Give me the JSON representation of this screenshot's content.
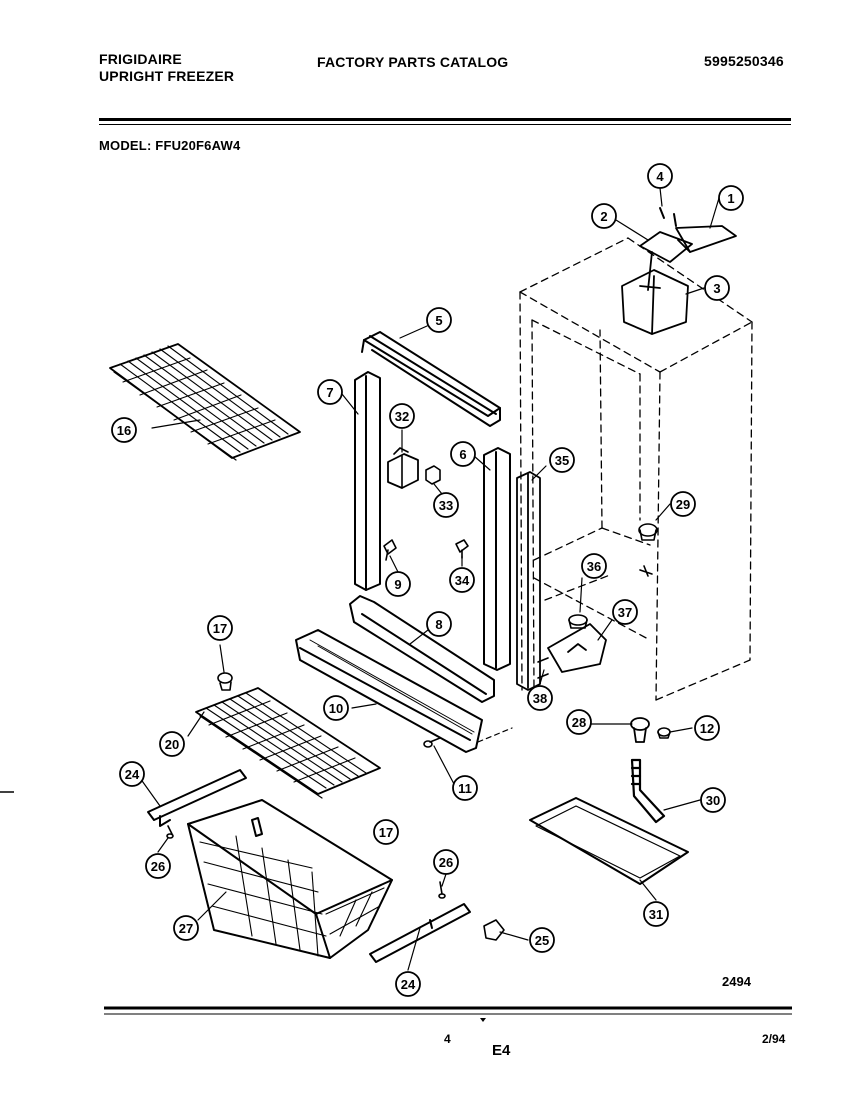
{
  "header": {
    "brand": "FRIGIDAIRE",
    "product": "UPRIGHT FREEZER",
    "catalog_title": "FACTORY PARTS CATALOG",
    "catalog_number": "5995250346",
    "model_label": "MODEL:",
    "model_number": "FFU20F6AW4"
  },
  "callouts": [
    {
      "id": "c1",
      "label": "1"
    },
    {
      "id": "c2",
      "label": "2"
    },
    {
      "id": "c3",
      "label": "3"
    },
    {
      "id": "c4",
      "label": "4"
    },
    {
      "id": "c5",
      "label": "5"
    },
    {
      "id": "c6",
      "label": "6"
    },
    {
      "id": "c7",
      "label": "7"
    },
    {
      "id": "c8",
      "label": "8"
    },
    {
      "id": "c9",
      "label": "9"
    },
    {
      "id": "c10",
      "label": "10"
    },
    {
      "id": "c11",
      "label": "11"
    },
    {
      "id": "c12",
      "label": "12"
    },
    {
      "id": "c16",
      "label": "16"
    },
    {
      "id": "c17a",
      "label": "17"
    },
    {
      "id": "c17b",
      "label": "17"
    },
    {
      "id": "c20",
      "label": "20"
    },
    {
      "id": "c24a",
      "label": "24"
    },
    {
      "id": "c24b",
      "label": "24"
    },
    {
      "id": "c25",
      "label": "25"
    },
    {
      "id": "c26a",
      "label": "26"
    },
    {
      "id": "c26b",
      "label": "26"
    },
    {
      "id": "c27",
      "label": "27"
    },
    {
      "id": "c28",
      "label": "28"
    },
    {
      "id": "c29",
      "label": "29"
    },
    {
      "id": "c30",
      "label": "30"
    },
    {
      "id": "c31",
      "label": "31"
    },
    {
      "id": "c32",
      "label": "32"
    },
    {
      "id": "c33",
      "label": "33"
    },
    {
      "id": "c34",
      "label": "34"
    },
    {
      "id": "c35",
      "label": "35"
    },
    {
      "id": "c36",
      "label": "36"
    },
    {
      "id": "c37",
      "label": "37"
    },
    {
      "id": "c38",
      "label": "38"
    }
  ],
  "drawing_number": "2494",
  "footer": {
    "page_number": "4",
    "section": "E4",
    "date": "2/94"
  }
}
